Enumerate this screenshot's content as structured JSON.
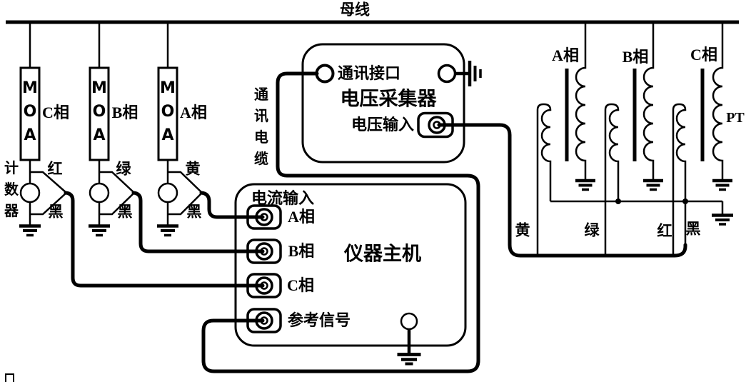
{
  "busbar": {
    "label": "母线"
  },
  "moa": {
    "counter_label": "计数器",
    "units": [
      {
        "device": "MOA",
        "phase": "C相",
        "top_wire": "红",
        "bottom_wire": "黑"
      },
      {
        "device": "MOA",
        "phase": "B相",
        "top_wire": "绿",
        "bottom_wire": "黑"
      },
      {
        "device": "MOA",
        "phase": "A相",
        "top_wire": "黄",
        "bottom_wire": "黑"
      }
    ]
  },
  "collector": {
    "title": "电压采集器",
    "comm_port_label": "通讯接口",
    "voltage_input_label": "电压输入",
    "comm_cable_label": "通讯电缆"
  },
  "instrument": {
    "title": "仪器主机",
    "current_input_label": "电流输入",
    "inputs": [
      "A相",
      "B相",
      "C相"
    ],
    "ref_signal_label": "参考信号"
  },
  "pt": {
    "label": "PT",
    "phases": [
      "A相",
      "B相",
      "C相"
    ],
    "wire_colors": [
      "黄",
      "绿",
      "红",
      "黑"
    ]
  },
  "colors": {
    "ink": "#000000",
    "paper": "#ffffff"
  }
}
